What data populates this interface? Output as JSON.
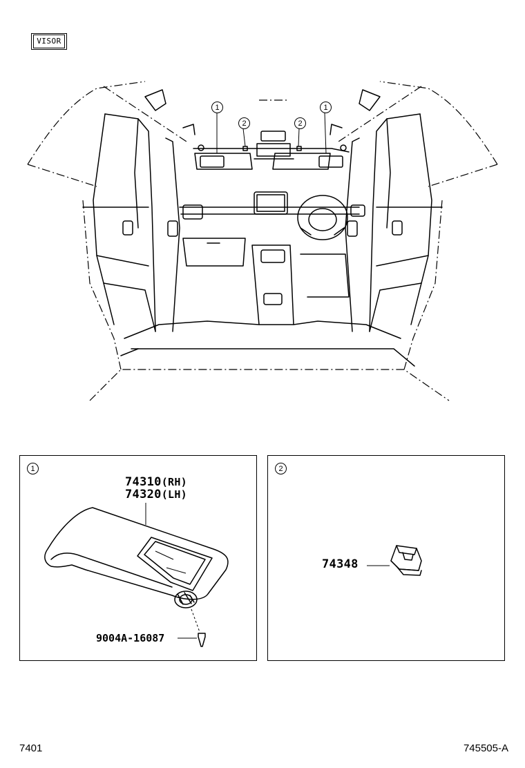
{
  "section_tag": "VISOR",
  "overview": {
    "callouts": [
      "1",
      "2",
      "2",
      "1"
    ]
  },
  "panel1": {
    "index": "1",
    "part_rh": "74310",
    "part_rh_side": "(RH)",
    "part_lh": "74320",
    "part_lh_side": "(LH)",
    "screw_part": "9004A-16087"
  },
  "panel2": {
    "index": "2",
    "holder_part": "74348"
  },
  "footer": {
    "page_code": "7401",
    "figure_code": "745505-A"
  }
}
